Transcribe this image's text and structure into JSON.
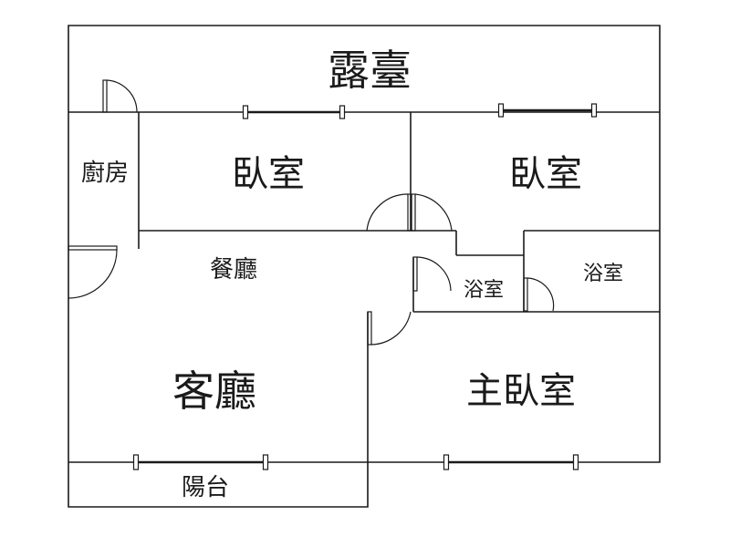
{
  "floor_plan": {
    "rooms": {
      "terrace": "露臺",
      "bedroom_1": "臥室",
      "bedroom_2": "臥室",
      "kitchen": "廚房",
      "dining": "餐廳",
      "bathroom_1": "浴室",
      "bathroom_2": "浴室",
      "living_room": "客廳",
      "master_bedroom": "主臥室",
      "balcony": "陽台"
    }
  }
}
